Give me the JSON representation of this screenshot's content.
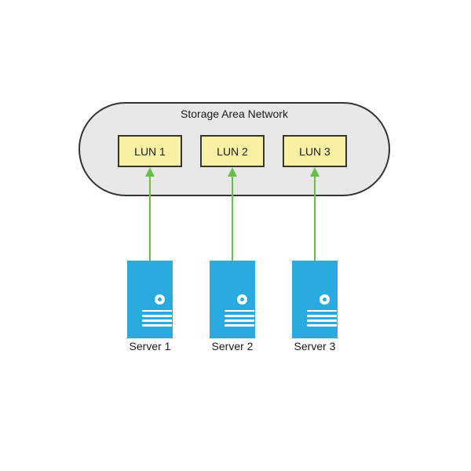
{
  "diagram": {
    "title": "Storage Area Network",
    "luns": [
      {
        "label": "LUN 1"
      },
      {
        "label": "LUN 2"
      },
      {
        "label": "LUN 3"
      }
    ],
    "servers": [
      {
        "label": "Server 1"
      },
      {
        "label": "Server 2"
      },
      {
        "label": "Server 3"
      }
    ],
    "icons": {
      "arrow": "up-arrow-connector",
      "led": "server-led-ring",
      "vents": "server-vent-lines"
    },
    "colors": {
      "background": "#ffffff",
      "san_fill": "#e8e8e8",
      "san_border": "#333333",
      "lun_fill": "#f8f0a2",
      "lun_border": "#38362b",
      "server_fill": "#29abe2",
      "arrow": "#6abf47",
      "text": "#1a1a1a"
    }
  }
}
